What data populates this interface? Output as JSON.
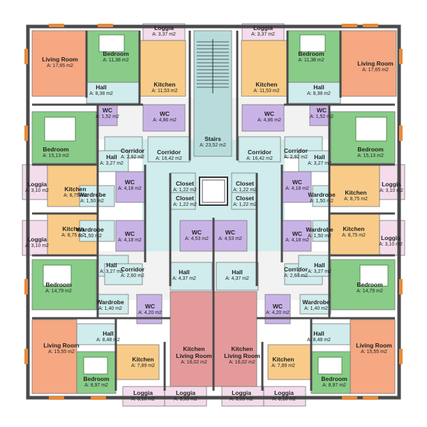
{
  "area_prefix": "A: ",
  "colors": {
    "wall": "#4a4a4a",
    "living": "#f5a882",
    "bedroom": "#88cc88",
    "kitchen": "#f8cc88",
    "wc": "#c9b3e6",
    "corridor": "#d0ecec",
    "loggia": "#f4dcec",
    "kitchen_living": "#e49a9a",
    "stairs": "#b8dcdc"
  },
  "stairs": {
    "name": "Stairs",
    "area": "23,52 m2"
  },
  "rooms": [
    {
      "id": "living-room-nw",
      "name": "Living Room",
      "area": "17,65 m2",
      "type": "living"
    },
    {
      "id": "bedroom-n1",
      "name": "Bedroom",
      "area": "11,38 m2",
      "type": "bedroom"
    },
    {
      "id": "loggia-n1",
      "name": "Loggia",
      "area": "3,37 m2",
      "type": "loggia"
    },
    {
      "id": "kitchen-n1",
      "name": "Kitchen",
      "area": "11,53 m2",
      "type": "kitchen"
    },
    {
      "id": "hall-n1",
      "name": "Hall",
      "area": "8,38 m2",
      "type": "corridor"
    },
    {
      "id": "wc-n1a",
      "name": "WC",
      "area": "1,52 m2",
      "type": "wc"
    },
    {
      "id": "wc-n1b",
      "name": "WC",
      "area": "4,86 m2",
      "type": "wc"
    },
    {
      "id": "loggia-n2",
      "name": "Loggia",
      "area": "3,37 m2",
      "type": "loggia"
    },
    {
      "id": "bedroom-n2",
      "name": "Bedroom",
      "area": "11,38 m2",
      "type": "bedroom"
    },
    {
      "id": "living-room-ne",
      "name": "Living Room",
      "area": "17,65 m2",
      "type": "living"
    },
    {
      "id": "kitchen-n2",
      "name": "Kitchen",
      "area": "11,53 m2",
      "type": "kitchen"
    },
    {
      "id": "hall-n2",
      "name": "Hall",
      "area": "8,38 m2",
      "type": "corridor"
    },
    {
      "id": "wc-n2b",
      "name": "WC",
      "area": "4,86 m2",
      "type": "wc"
    },
    {
      "id": "wc-n2a",
      "name": "WC",
      "area": "1,52 m2",
      "type": "wc"
    },
    {
      "id": "bedroom-w1",
      "name": "Bedroom",
      "area": "15,13 m2",
      "type": "bedroom"
    },
    {
      "id": "corridor-w1a",
      "name": "Corridor",
      "area": "2,92 m2",
      "type": "corridor"
    },
    {
      "id": "hall-w1",
      "name": "Hall",
      "area": "3,27 m2",
      "type": "corridor"
    },
    {
      "id": "corridor-c1",
      "name": "Corridor",
      "area": "16,42 m2",
      "type": "corridor"
    },
    {
      "id": "corridor-c2",
      "name": "Corridor",
      "area": "16,42 m2",
      "type": "corridor"
    },
    {
      "id": "corridor-e1a",
      "name": "Corridor",
      "area": "2,92 m2",
      "type": "corridor"
    },
    {
      "id": "hall-e1",
      "name": "Hall",
      "area": "3,27 m2",
      "type": "corridor"
    },
    {
      "id": "bedroom-e1",
      "name": "Bedroom",
      "area": "15,13 m2",
      "type": "bedroom"
    },
    {
      "id": "loggia-w1",
      "name": "Loggia",
      "area": "3,10 m2",
      "type": "loggia"
    },
    {
      "id": "kitchen-w1",
      "name": "Kitchen",
      "area": "8,75 m2",
      "type": "kitchen"
    },
    {
      "id": "wc-w1",
      "name": "WC",
      "area": "4,18 m2",
      "type": "wc"
    },
    {
      "id": "wardrobe-w1",
      "name": "Wardrobe",
      "area": "1,50 m2",
      "type": "corridor"
    },
    {
      "id": "closet-1",
      "name": "Closet",
      "area": "1,22 m2",
      "type": "corridor"
    },
    {
      "id": "closet-2",
      "name": "Closet",
      "area": "1,22 m2",
      "type": "corridor"
    },
    {
      "id": "closet-3",
      "name": "Closet",
      "area": "1,22 m2",
      "type": "corridor"
    },
    {
      "id": "closet-4",
      "name": "Closet",
      "area": "1,22 m2",
      "type": "corridor"
    },
    {
      "id": "wc-e1",
      "name": "WC",
      "area": "4,18 m2",
      "type": "wc"
    },
    {
      "id": "wardrobe-e1",
      "name": "Wardrobe",
      "area": "1,50 m2",
      "type": "corridor"
    },
    {
      "id": "kitchen-e1",
      "name": "Kitchen",
      "area": "8,75 m2",
      "type": "kitchen"
    },
    {
      "id": "loggia-e1",
      "name": "Loggia",
      "area": "3,10 m2",
      "type": "loggia"
    },
    {
      "id": "kitchen-w2",
      "name": "Kitchen",
      "area": "8,75 m2",
      "type": "kitchen"
    },
    {
      "id": "wardrobe-w2",
      "name": "Wardrobe",
      "area": "1,50 m2",
      "type": "corridor"
    },
    {
      "id": "wc-w2",
      "name": "WC",
      "area": "4,18 m2",
      "type": "wc"
    },
    {
      "id": "loggia-w2",
      "name": "Loggia",
      "area": "3,10 m2",
      "type": "loggia"
    },
    {
      "id": "wc-c1",
      "name": "WC",
      "area": "4,53 m2",
      "type": "wc"
    },
    {
      "id": "wc-c2",
      "name": "WC",
      "area": "4,53 m2",
      "type": "wc"
    },
    {
      "id": "wc-e2",
      "name": "WC",
      "area": "4,18 m2",
      "type": "wc"
    },
    {
      "id": "wardrobe-e2",
      "name": "Wardrobe",
      "area": "1,50 m2",
      "type": "corridor"
    },
    {
      "id": "kitchen-e2",
      "name": "Kitchen",
      "area": "8,75 m2",
      "type": "kitchen"
    },
    {
      "id": "loggia-e2",
      "name": "Loggia",
      "area": "3,10 m2",
      "type": "loggia"
    },
    {
      "id": "hall-w2",
      "name": "Hall",
      "area": "3,27 m2",
      "type": "corridor"
    },
    {
      "id": "corridor-w2",
      "name": "Corridor",
      "area": "2,60 m2",
      "type": "corridor"
    },
    {
      "id": "hall-c1",
      "name": "Hall",
      "area": "4,37 m2",
      "type": "corridor"
    },
    {
      "id": "hall-c2",
      "name": "Hall",
      "area": "4,37 m2",
      "type": "corridor"
    },
    {
      "id": "corridor-e2",
      "name": "Corridor",
      "area": "2,60 m2",
      "type": "corridor"
    },
    {
      "id": "hall-e2",
      "name": "Hall",
      "area": "3,27 m2",
      "type": "corridor"
    },
    {
      "id": "bedroom-w2",
      "name": "Bedroom",
      "area": "14,79 m2",
      "type": "bedroom"
    },
    {
      "id": "bedroom-e2",
      "name": "Bedroom",
      "area": "14,79 m2",
      "type": "bedroom"
    },
    {
      "id": "wardrobe-w3",
      "name": "Wardrobe",
      "area": "1,40 m2",
      "type": "corridor"
    },
    {
      "id": "wc-s1",
      "name": "WC",
      "area": "4,20 m2",
      "type": "wc"
    },
    {
      "id": "wc-s2",
      "name": "WC",
      "area": "4,20 m2",
      "type": "wc"
    },
    {
      "id": "wardrobe-e3",
      "name": "Wardrobe",
      "area": "1,40 m2",
      "type": "corridor"
    },
    {
      "id": "hall-s1",
      "name": "Hall",
      "area": "8,48 m2",
      "type": "corridor"
    },
    {
      "id": "hall-s2",
      "name": "Hall",
      "area": "8,48 m2",
      "type": "corridor"
    },
    {
      "id": "living-room-sw",
      "name": "Living Room",
      "area": "15,55 m2",
      "type": "living"
    },
    {
      "id": "kitchen-living-1",
      "name": "Kitchen\nLiving Room",
      "area": "16,02 m2",
      "type": "kitchen_living"
    },
    {
      "id": "kitchen-living-2",
      "name": "Kitchen\nLiving Room",
      "area": "16,02 m2",
      "type": "kitchen_living"
    },
    {
      "id": "living-room-se",
      "name": "Living Room",
      "area": "15,55 m2",
      "type": "living"
    },
    {
      "id": "kitchen-s1",
      "name": "Kitchen",
      "area": "7,89 m2",
      "type": "kitchen"
    },
    {
      "id": "kitchen-s2",
      "name": "Kitchen",
      "area": "7,89 m2",
      "type": "kitchen"
    },
    {
      "id": "bedroom-s1",
      "name": "Bedroom",
      "area": "8,97 m2",
      "type": "bedroom"
    },
    {
      "id": "bedroom-s2",
      "name": "Bedroom",
      "area": "8,97 m2",
      "type": "bedroom"
    },
    {
      "id": "loggia-s1",
      "name": "Loggia",
      "area": "3,18 m2",
      "type": "loggia"
    },
    {
      "id": "loggia-s2",
      "name": "Loggia",
      "area": "3,05 m2",
      "type": "loggia"
    },
    {
      "id": "loggia-s3",
      "name": "Loggia",
      "area": "3,05 m2",
      "type": "loggia"
    },
    {
      "id": "loggia-s4",
      "name": "Loggia",
      "area": "3,18 m2",
      "type": "loggia"
    }
  ]
}
